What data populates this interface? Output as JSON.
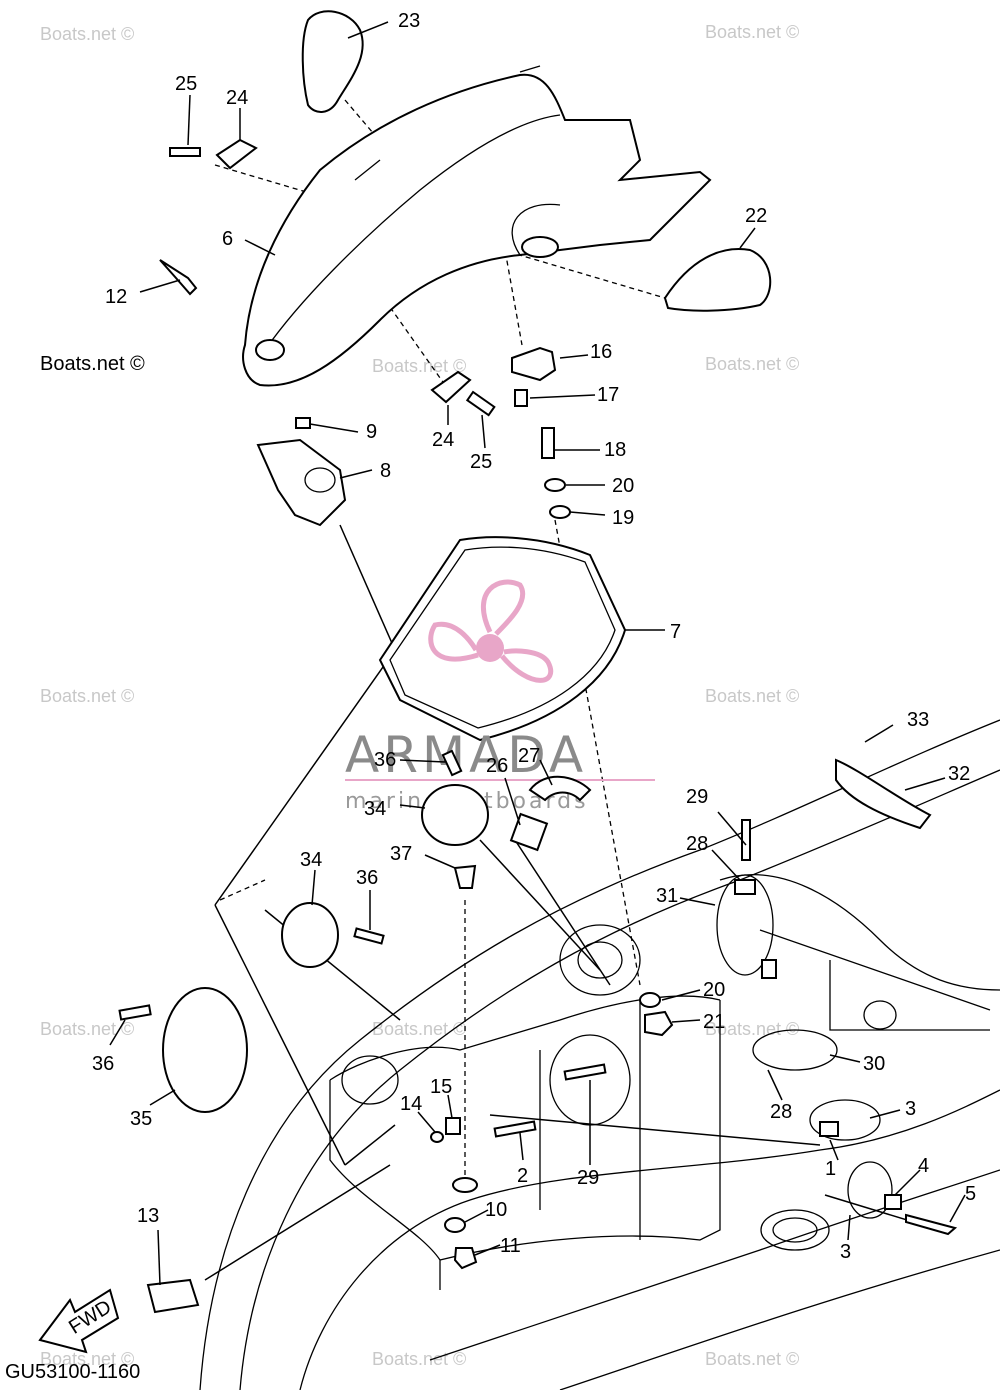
{
  "diagram_code": "GU53100-1160",
  "fwd_label": "FWD",
  "brand": {
    "name": "ARMADA",
    "tagline": "marine outboards",
    "logo_color": "#e8a6c8"
  },
  "watermark": "Boats.net ©",
  "watermark_main": "Boats.net ©",
  "callouts": {
    "c1": "1",
    "c2": "2",
    "c3a": "3",
    "c3b": "3",
    "c4": "4",
    "c5": "5",
    "c6": "6",
    "c7": "7",
    "c8": "8",
    "c9": "9",
    "c10": "10",
    "c11": "11",
    "c12": "12",
    "c13": "13",
    "c14": "14",
    "c15": "15",
    "c16": "16",
    "c17": "17",
    "c18": "18",
    "c19": "19",
    "c20a": "20",
    "c20b": "20",
    "c21": "21",
    "c22": "22",
    "c23": "23",
    "c24a": "24",
    "c24b": "24",
    "c25a": "25",
    "c25b": "25",
    "c26": "26",
    "c27": "27",
    "c28a": "28",
    "c28b": "28",
    "c29a": "29",
    "c29b": "29",
    "c30": "30",
    "c31": "31",
    "c32": "32",
    "c33": "33",
    "c34a": "34",
    "c34b": "34",
    "c35": "35",
    "c36a": "36",
    "c36b": "36",
    "c36c": "36",
    "c37": "37"
  }
}
